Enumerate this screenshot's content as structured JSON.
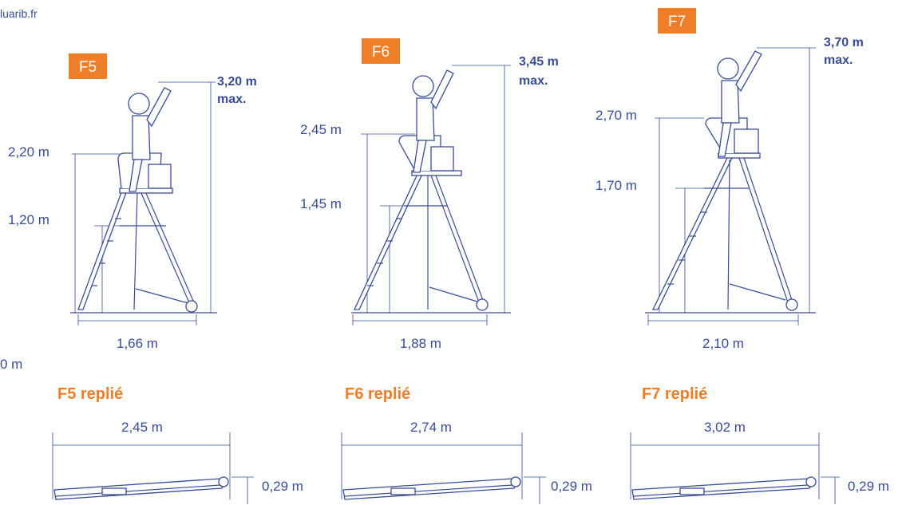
{
  "header": {
    "site": "luarib.fr"
  },
  "colors": {
    "accent": "#f07d28",
    "ink": "#3a4c96"
  },
  "stray_label": "0 m",
  "ladders": [
    {
      "badge": "F5",
      "max_height": "3,20 m",
      "max_word": "max.",
      "upper": "2,20 m",
      "lower": "1,20 m",
      "width": "1,66 m"
    },
    {
      "badge": "F6",
      "max_height": "3,45 m",
      "max_word": "max.",
      "upper": "2,45 m",
      "lower": "1,45 m",
      "width": "1,88 m"
    },
    {
      "badge": "F7",
      "max_height": "3,70 m",
      "max_word": "max.",
      "upper": "2,70 m",
      "lower": "1,70 m",
      "width": "2,10 m"
    }
  ],
  "folded": [
    {
      "title": "F5 replié",
      "length": "2,45 m",
      "height": "0,29 m"
    },
    {
      "title": "F6 replié",
      "length": "2,74 m",
      "height": "0,29 m"
    },
    {
      "title": "F7 replié",
      "length": "3,02 m",
      "height": "0,29 m"
    }
  ]
}
